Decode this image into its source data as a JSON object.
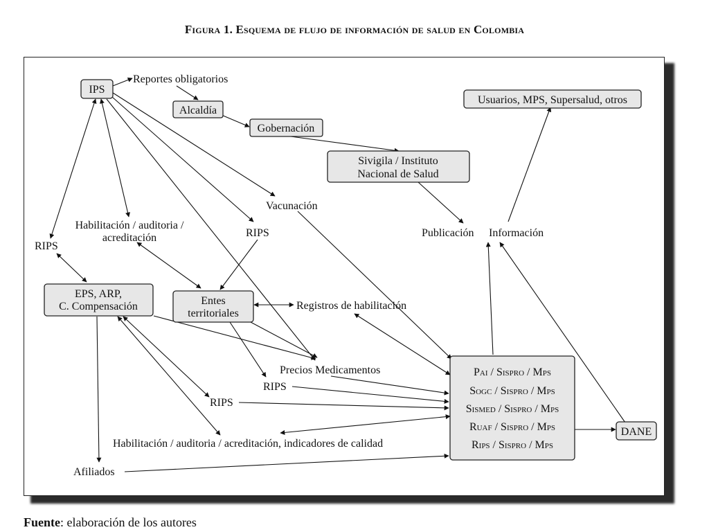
{
  "figure": {
    "title": "Figura 1. Esquema de flujo de información de salud en Colombia",
    "source_label": "Fuente",
    "source_text": ": elaboración de los autores"
  },
  "nodes": {
    "ips": "IPS",
    "alcaldia": "Alcaldía",
    "gobernacion": "Gobernación",
    "sivigila_1": "Sivigila / Instituto",
    "sivigila_2": "Nacional de Salud",
    "usuarios": "Usuarios, MPS, Supersalud, otros",
    "eps_1": "EPS, ARP,",
    "eps_2": "C. Compensación",
    "entes_1": "Entes",
    "entes_2": "territoriales",
    "systems": [
      "Pai / Sispro / Mps",
      "Sogc / Sispro / Mps",
      "Sismed / Sispro / Mps",
      "Ruaf / Sispro / Mps",
      "Rips / Sispro / Mps"
    ],
    "dane": "DANE"
  },
  "labels": {
    "reportes": "Reportes obligatorios",
    "rips_left": "RIPS",
    "habilitacion_1": "Habilitación / auditoria /",
    "habilitacion_2": "acreditación",
    "rips_center": "RIPS",
    "vacunacion": "Vacunación",
    "publicacion": "Publicación",
    "informacion": "Información",
    "registros": "Registros de habilitación",
    "precios": "Precios Medicamentos",
    "rips_lower": "RIPS",
    "rips_bottom": "RIPS",
    "habilitacion_calidad": "Habilitación / auditoria / acreditación, indicadores de calidad",
    "afiliados": "Afiliados"
  }
}
